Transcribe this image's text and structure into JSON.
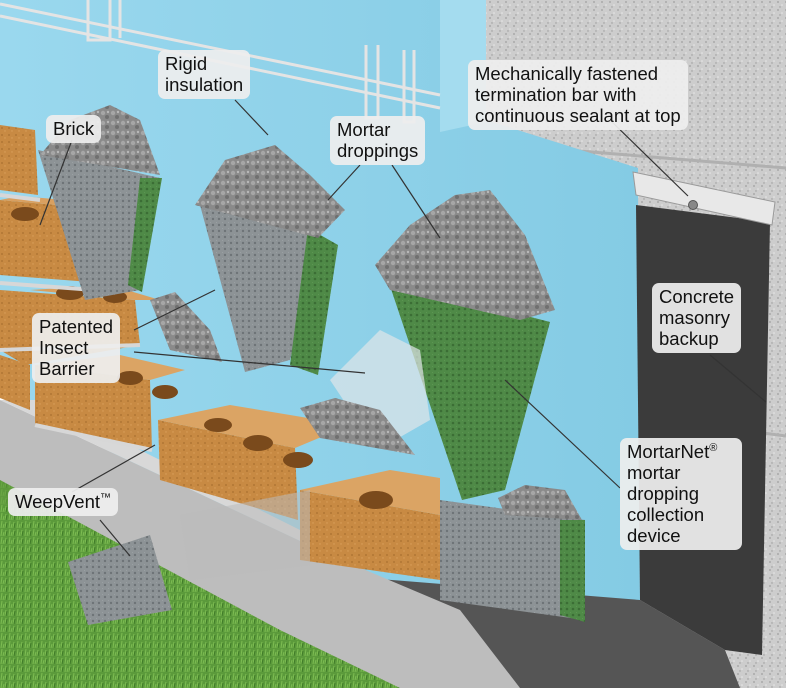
{
  "labels": {
    "rigid_insulation": "Rigid\ninsulation",
    "brick": "Brick",
    "mortar_droppings": "Mortar\ndroppings",
    "termination_bar": "Mechanically fastened\ntermination bar with\ncontinuous sealant at top",
    "concrete_masonry": "Concrete\nmasonry\nbackup",
    "insect_barrier": "Patented\nInsect\nBarrier",
    "mortarnet_name": "MortarNet",
    "mortarnet_mark": "®",
    "mortarnet_rest": "mortar\ndropping\ncollection\ndevice",
    "weepvent_name": "WeepVent",
    "weepvent_mark": "™"
  },
  "colors": {
    "insulation": "#8fd3ea",
    "insulation_shade": "#6fbcd8",
    "brick": "#c88a43",
    "brick_dark": "#9c6428",
    "concrete": "#cfcfcf",
    "membrane": "#3a3a3a",
    "mesh_green": "#4e8a45",
    "grass": "#5a9a3a",
    "mortar": "#8f8f8f"
  }
}
